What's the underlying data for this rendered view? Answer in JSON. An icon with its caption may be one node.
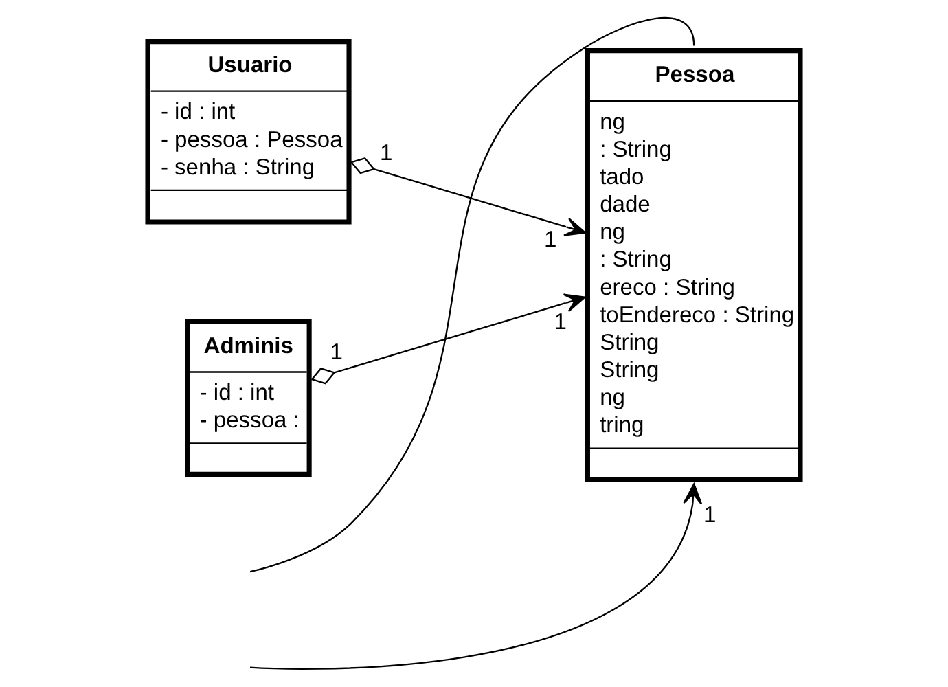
{
  "diagram": {
    "nodes": [
      {
        "text": [
          "Pessoa",
          "ng",
          ": String",
          "tado",
          "dade",
          "ng",
          ": String",
          "ereco : String",
          "toEndereco : String",
          "String",
          "String",
          "ng",
          "tring"
        ]
      },
      {
        "text": [
          "Usuario",
          "- id : int",
          "- pessoa : Pessoa",
          "- senha : String"
        ]
      },
      {
        "text": [
          "Adminis",
          "- id : int",
          "- pessoa :"
        ]
      }
    ],
    "edges": [
      {
        "from": 1,
        "to": 0,
        "arrow": "to"
      },
      {
        "from": 2,
        "to": 0,
        "arrow": "to"
      },
      {
        "from": null,
        "to": 0,
        "arrow": "none"
      },
      {
        "from": null,
        "to": 0,
        "arrow": "to"
      }
    ],
    "labels": [
      "1",
      "1",
      "1",
      "1",
      "1"
    ]
  }
}
